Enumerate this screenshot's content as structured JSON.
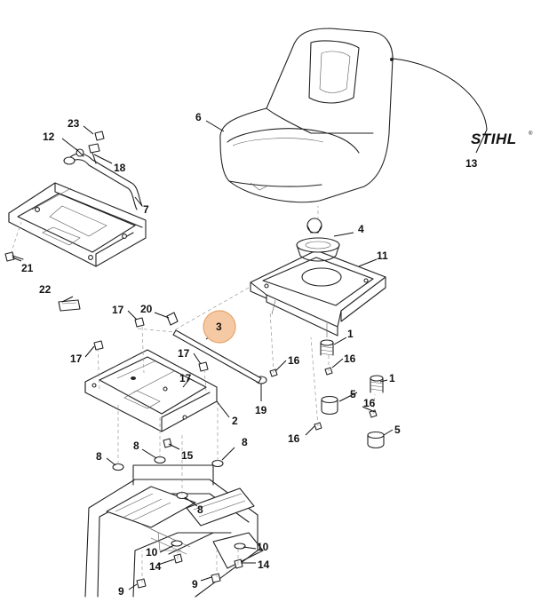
{
  "brand": {
    "logo_text": "STIHL",
    "registered_mark": "®",
    "color": "#111111"
  },
  "highlight": {
    "fill": "#f5c9a3",
    "stroke": "#e8a46d",
    "part": "3"
  },
  "callouts": {
    "c1a": "1",
    "c1b": "1",
    "c2": "2",
    "c3": "3",
    "c4": "4",
    "c5a": "5",
    "c5b": "5",
    "c6": "6",
    "c7": "7",
    "c8a": "8",
    "c8b": "8",
    "c8c": "8",
    "c8d": "8",
    "c9a": "9",
    "c9b": "9",
    "c10a": "10",
    "c10b": "10",
    "c11": "11",
    "c12": "12",
    "c13": "13",
    "c14a": "14",
    "c14b": "14",
    "c15": "15",
    "c16a": "16",
    "c16b": "16",
    "c16c": "16",
    "c16d": "16",
    "c17a": "17",
    "c17b": "17",
    "c17c": "17",
    "c17d": "17",
    "c18": "18",
    "c19": "19",
    "c20": "20",
    "c21": "21",
    "c22": "22",
    "c23": "23"
  }
}
